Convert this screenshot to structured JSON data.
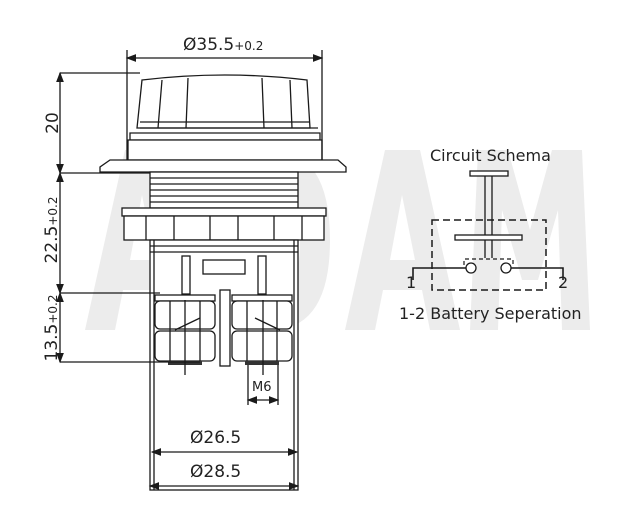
{
  "watermark": "ADAM",
  "dimensions": {
    "top_diameter": "Ø35.5",
    "top_diameter_tol": "+0.2",
    "height_cap": "20",
    "height_thread": "22.5",
    "height_thread_tol": "+0.2",
    "height_terminal": "13.5",
    "height_terminal_tol": "+0.2",
    "thread_size": "M6",
    "inner_diameter": "Ø26.5",
    "outer_diameter": "Ø28.5"
  },
  "schema": {
    "title": "Circuit Schema",
    "terminal_1": "1",
    "terminal_2": "2",
    "caption": "1-2 Battery Seperation"
  }
}
